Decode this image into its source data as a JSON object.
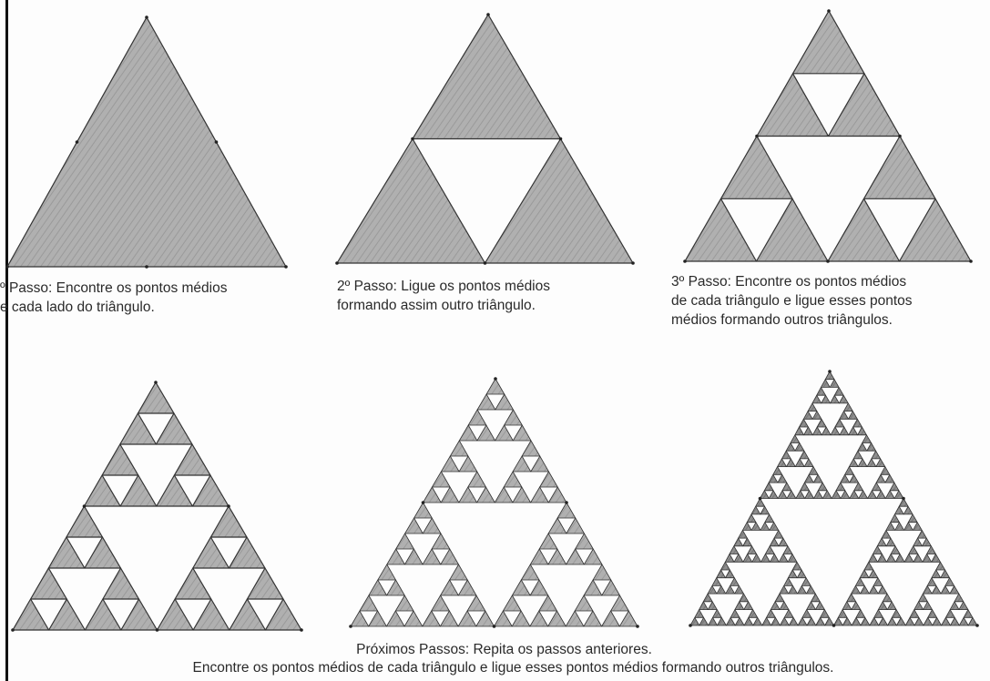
{
  "colors": {
    "paper": "#fdfdfd",
    "pencil_fill": "#a9a9a9",
    "pencil_dark": "#7d7d7d",
    "stroke": "#333333",
    "hole": "#ffffff"
  },
  "steps": [
    {
      "id": "step1",
      "depth": 0,
      "caption": {
        "line1": "º Passo: Encontre os pontos médios",
        "line2": "e cada lado do triângulo."
      }
    },
    {
      "id": "step2",
      "depth": 1,
      "caption": {
        "line1": "2º Passo: Ligue os pontos médios",
        "line2": "formando assim outro triângulo."
      }
    },
    {
      "id": "step3",
      "depth": 2,
      "caption": {
        "line1": "3º Passo: Encontre os pontos médios",
        "line2": "de cada triângulo e ligue esses pontos",
        "line3": "médios formando outros triângulos."
      }
    },
    {
      "id": "step4",
      "depth": 3
    },
    {
      "id": "step5",
      "depth": 4
    },
    {
      "id": "step6",
      "depth": 5
    }
  ],
  "next_steps": {
    "line1": "Próximos Passos: Repita os passos anteriores.",
    "line2": "Encontre os pontos médios de cada triângulo e ligue esses pontos médios formando outros triângulos."
  }
}
